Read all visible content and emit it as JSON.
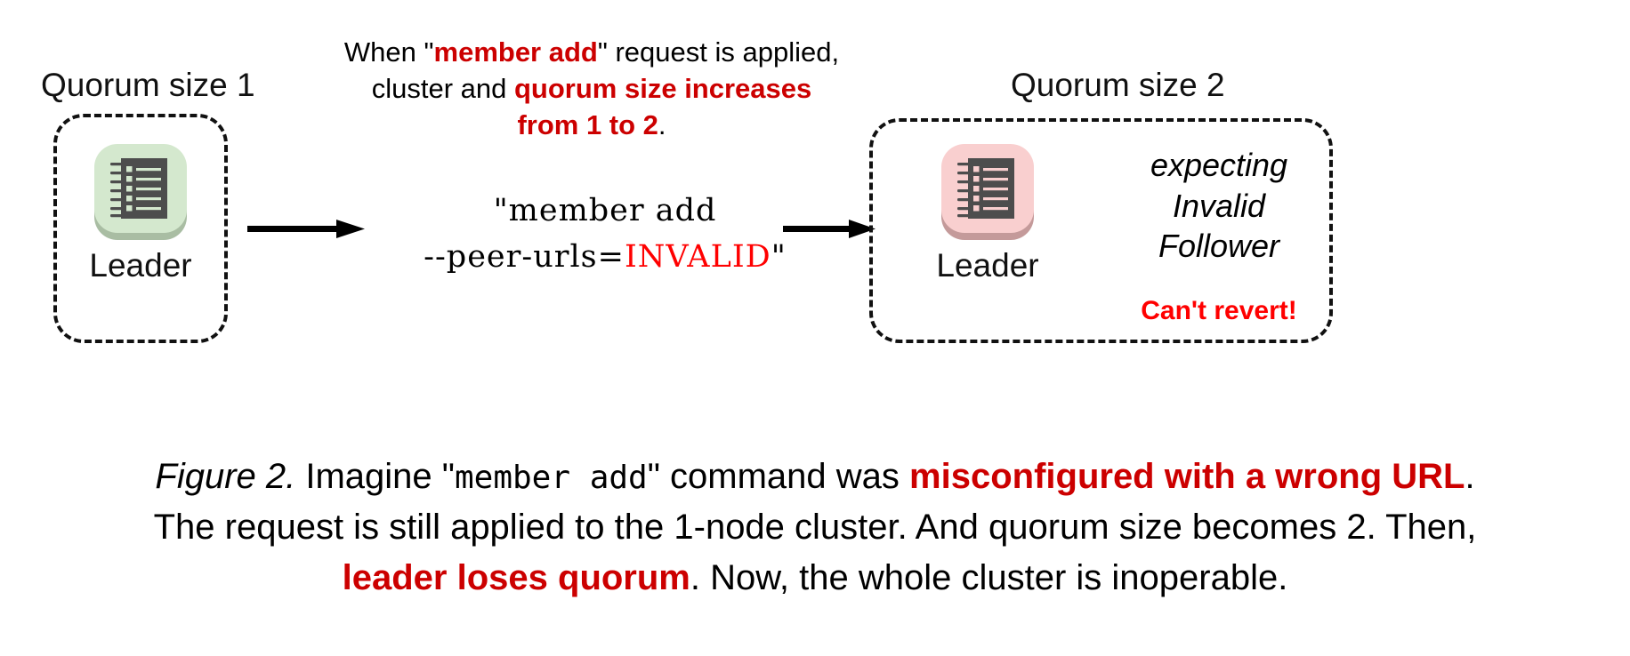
{
  "figure": {
    "left_cluster": {
      "quorum_label": "Quorum size 1",
      "node_label": "Leader",
      "node_icon": "notebook-icon",
      "tile_color": "#d4e8ce"
    },
    "right_cluster": {
      "quorum_label": "Quorum size 2",
      "node_label": "Leader",
      "node_icon": "notebook-icon",
      "tile_color": "#f9cfcf",
      "annotation_lines": [
        "expecting",
        "Invalid",
        "Follower"
      ],
      "warning": "Can't revert!",
      "warning_color": "#ff0000"
    },
    "top_note": {
      "line1_a": "When \"",
      "line1_b": "member add",
      "line1_c": "\" request is applied,",
      "line2_a": "cluster and ",
      "line2_b": "quorum size increases",
      "line3_a": "from 1 to 2",
      "line3_b": ".",
      "highlight_color": "#cc0000"
    },
    "command": {
      "line1": "\"member add",
      "line2_prefix": "--peer-urls=",
      "line2_value": "INVALID",
      "line2_suffix": "\"",
      "value_color": "#ff0000"
    },
    "arrows": {
      "left_arrow": "arrow-right-icon",
      "right_arrow": "arrow-right-icon"
    },
    "caption": {
      "label": "Figure 2.",
      "line1_a": " Imagine \"",
      "line1_mono": "member add",
      "line1_b": "\" command was ",
      "line1_red": "misconfigured with a wrong URL",
      "line1_c": ".",
      "line2": "The request is still applied to the 1-node cluster. And quorum size becomes 2. Then,",
      "line3_red": "leader loses quorum",
      "line3_b": ". Now, the whole cluster is inoperable.",
      "highlight_color": "#cc0000"
    }
  }
}
